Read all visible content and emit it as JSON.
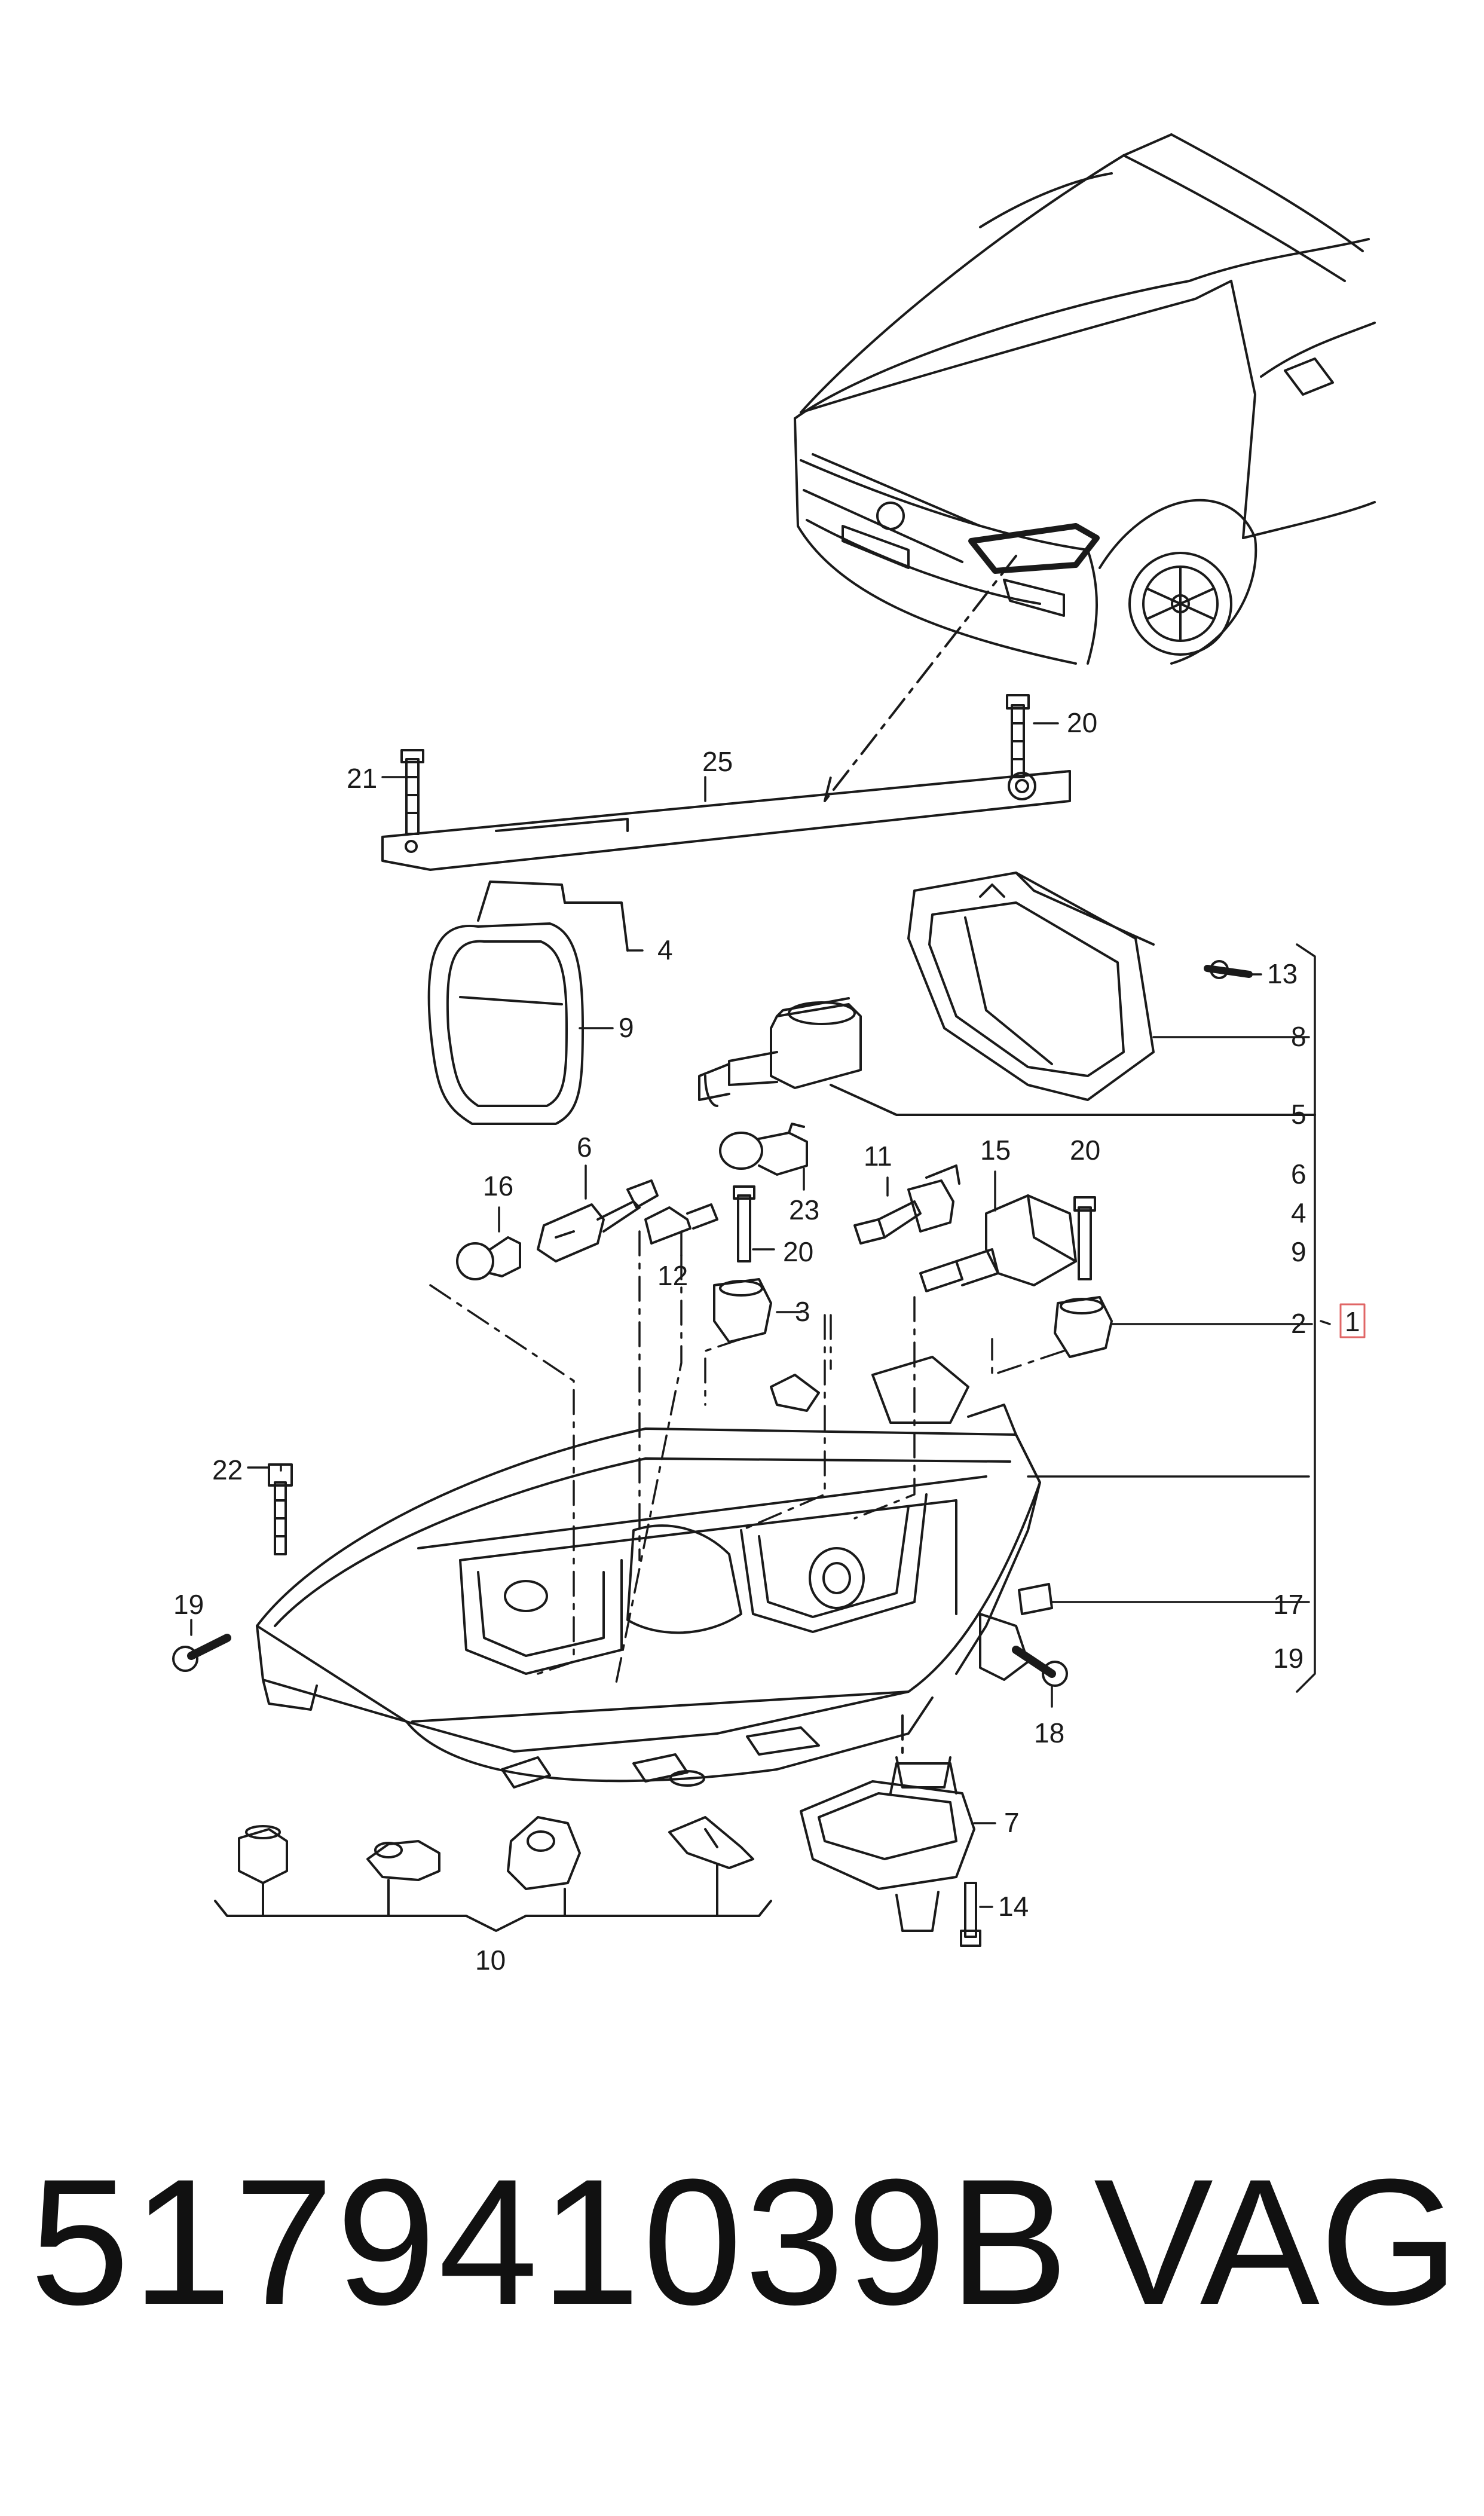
{
  "callouts": {
    "c1": "1",
    "c2": "2",
    "c3": "3",
    "c4a": "4",
    "c4b": "4",
    "c5": "5",
    "c6a": "6",
    "c6b": "6",
    "c7": "7",
    "c8": "8",
    "c9a": "9",
    "c9b": "9",
    "c10": "10",
    "c11": "11",
    "c12": "12",
    "c13": "13",
    "c14": "14",
    "c15": "15",
    "c16": "16",
    "c17": "17",
    "c18": "18",
    "c19a": "19",
    "c19b": "19",
    "c20a": "20",
    "c20b": "20",
    "c20c": "20",
    "c21": "21",
    "c22": "22",
    "c23": "23",
    "c25": "25"
  },
  "footer": {
    "part_number": "517941039B",
    "brand": "VAG"
  },
  "colors": {
    "ink": "#1a1a1a",
    "highlight": "#e06666"
  }
}
